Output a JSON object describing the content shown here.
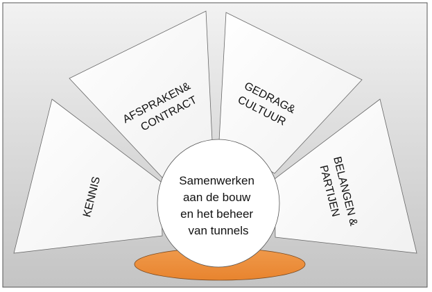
{
  "center": {
    "lines": [
      "Samenwerken",
      "aan de bouw",
      "en het beheer",
      "van tunnels"
    ]
  },
  "segments": [
    {
      "id": "kennis",
      "lines": [
        "KENNIS"
      ]
    },
    {
      "id": "afspraken",
      "lines": [
        "AFSPRAKEN&",
        "CONTRACT"
      ]
    },
    {
      "id": "gedrag",
      "lines": [
        "GEDRAG&",
        "CULTUUR"
      ]
    },
    {
      "id": "belangen",
      "lines": [
        "BELANGEN &",
        "PARTIJEN"
      ]
    }
  ],
  "colors": {
    "panel": "#ffffff",
    "base": "#ee8e3e",
    "background_top": "#f2f2f2",
    "background_bottom": "#c4c4c4"
  }
}
